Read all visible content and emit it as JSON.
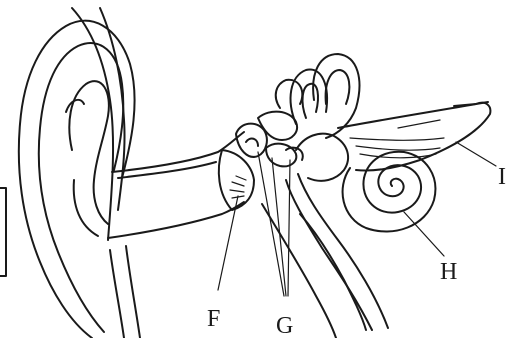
{
  "labels": {
    "F": "F",
    "G": "G",
    "H": "H",
    "I": "I"
  }
}
